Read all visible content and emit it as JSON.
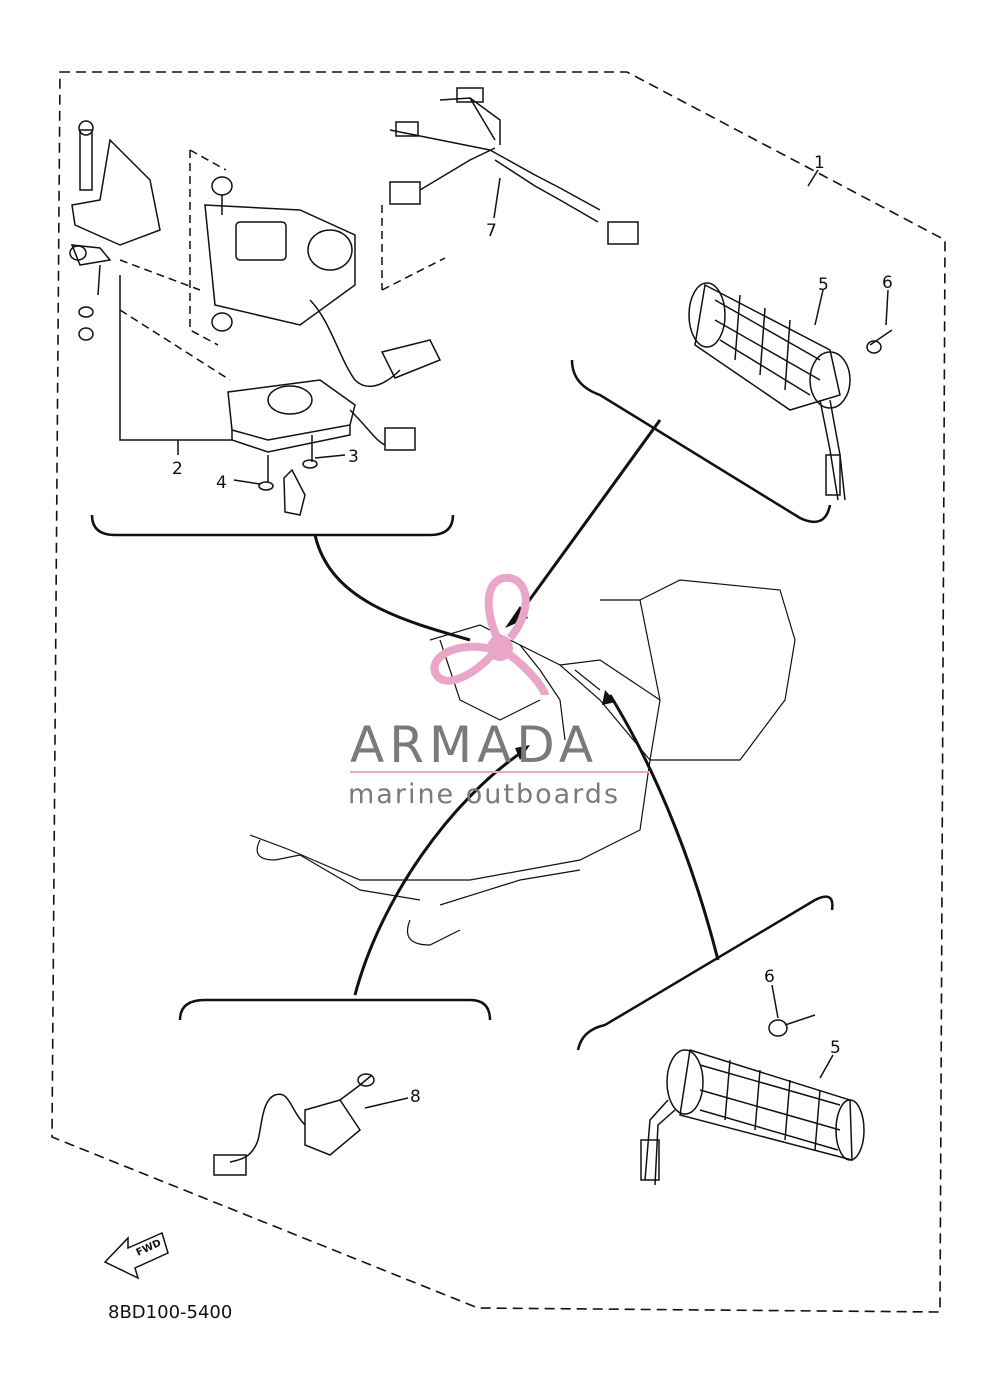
{
  "diagram": {
    "callouts": {
      "c1": "1",
      "c2": "2",
      "c3": "3",
      "c4": "4",
      "c5_top": "5",
      "c6_top": "6",
      "c7": "7",
      "c6_bottom": "6",
      "c5_bottom": "5",
      "c8": "8"
    },
    "fwd_label": "FWD",
    "drawing_code": "8BD100-5400"
  },
  "watermark": {
    "brand": "ARMADA",
    "tagline": "marine outboards",
    "logo_color": "#e9a6c8"
  },
  "colors": {
    "line": "#111111",
    "background": "#ffffff"
  }
}
